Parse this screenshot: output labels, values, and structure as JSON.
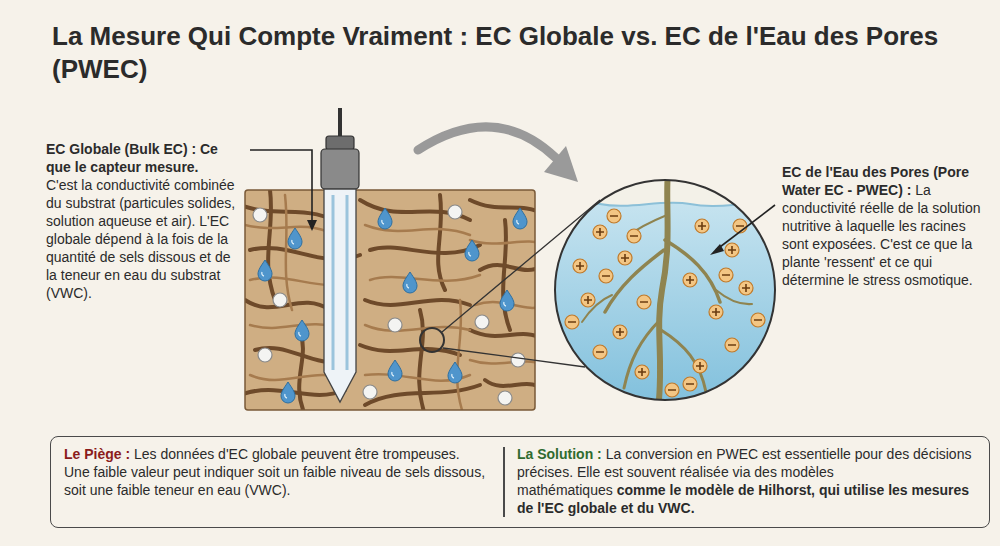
{
  "diagram": {
    "title": "La Mesure Qui Compte Vraiment : EC Globale vs. EC de l'Eau des Pores (PWEC)",
    "nodes": [
      {
        "text": [
          "Le Piège :",
          "Les données d'EC globale peuvent être trompeuses. Une faible valeur peut indiquer soit un faible niveau de sels dissous, soit une faible teneur en eau (VWC)."
        ]
      },
      {
        "text": [
          "La Solution :",
          "La conversion en PWEC est essentielle pour des décisions précises. Elle est souvent réalisée via des modèles mathématiques",
          "comme le modèle de Hilhorst, qui utilise les mesures de l'EC globale et du VWC."
        ]
      }
    ],
    "labels": [
      "EC Globale (Bulk EC) : Ce que le capteur mesure.",
      "C'est la conductivité combinée du substrat (particules solides, solution aqueuse et air). L'EC globale dépend à la fois de la quantité de sels dissous et de la teneur en eau du substrat (VWC).",
      "EC de l'Eau des Pores (Pore Water EC - PWEC) :",
      "La conductivité réelle de la solution nutritive à laquelle les racines sont exposées. C'est ce que la plante 'ressent' et ce qui détermine le stress osmotique."
    ]
  }
}
